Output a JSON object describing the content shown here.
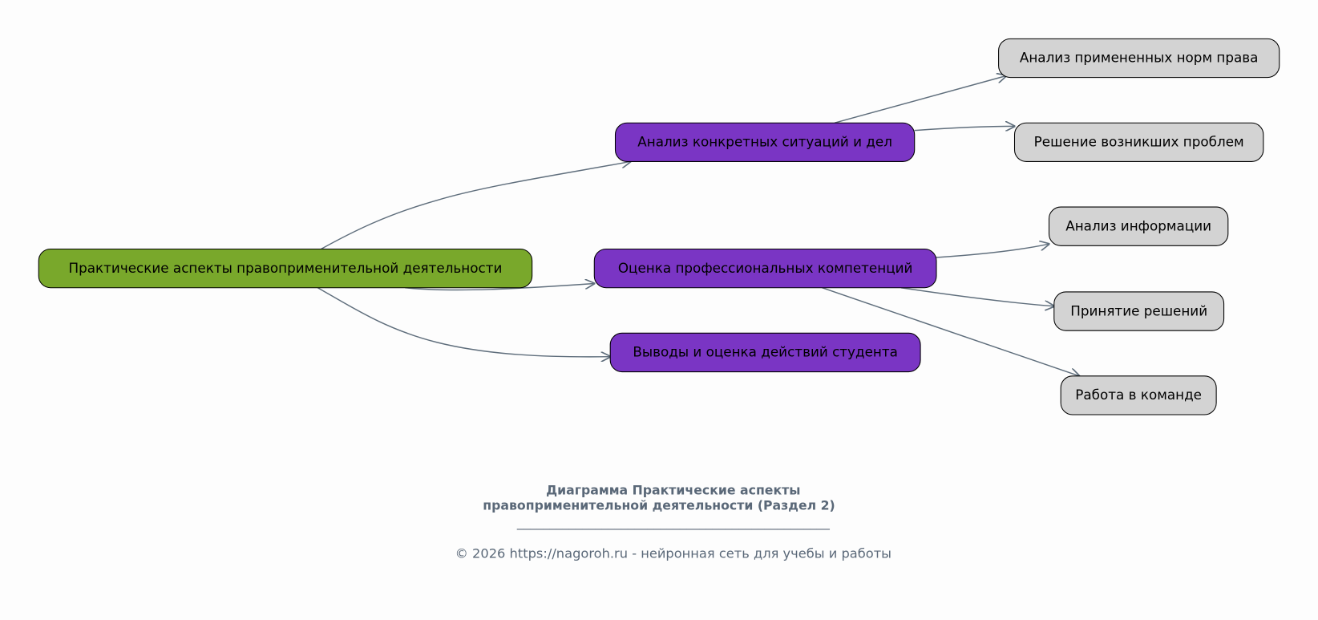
{
  "colors": {
    "root": "#79a82b",
    "level1": "#7a35c4",
    "leaf": "#d3d3d3",
    "edge": "#5f6e7c",
    "text_muted": "#5a6878"
  },
  "nodes": {
    "root": "Практические аспекты правоприменительной деятельности",
    "analysis_cases": "Анализ конкретных ситуаций и дел",
    "competence": "Оценка профессиональных компетенций",
    "conclusions": "Выводы и оценка действий студента",
    "norms": "Анализ примененных норм права",
    "problems": "Решение возникших проблем",
    "info": "Анализ информации",
    "decisions": "Принятие решений",
    "team": "Работа в команде"
  },
  "title_lines": [
    "Диаграмма Практические аспекты",
    "правоприменительной деятельности (Раздел 2)"
  ],
  "separator": "________________________________________________",
  "footer": "© 2026 https://nagoroh.ru - нейронная сеть для учебы и работы"
}
